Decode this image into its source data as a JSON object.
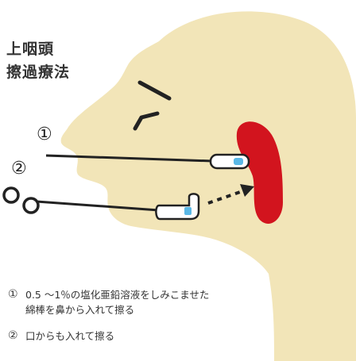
{
  "title": {
    "line1": "上咽頭",
    "line2": "擦過療法"
  },
  "markers": {
    "swab1": "①",
    "swab2": "②"
  },
  "notes": [
    {
      "num": "①",
      "text": "0.5 〜1％の塩化亜鉛溶液をしみこませた\n綿棒を鼻から入れて擦る"
    },
    {
      "num": "②",
      "text": "口からも入れて擦る"
    }
  ],
  "colors": {
    "skin": "#f2e5b8",
    "nasopharynx": "#d2141e",
    "swab_tip": "#5ab8e6",
    "outline": "#222222",
    "text": "#333333"
  }
}
